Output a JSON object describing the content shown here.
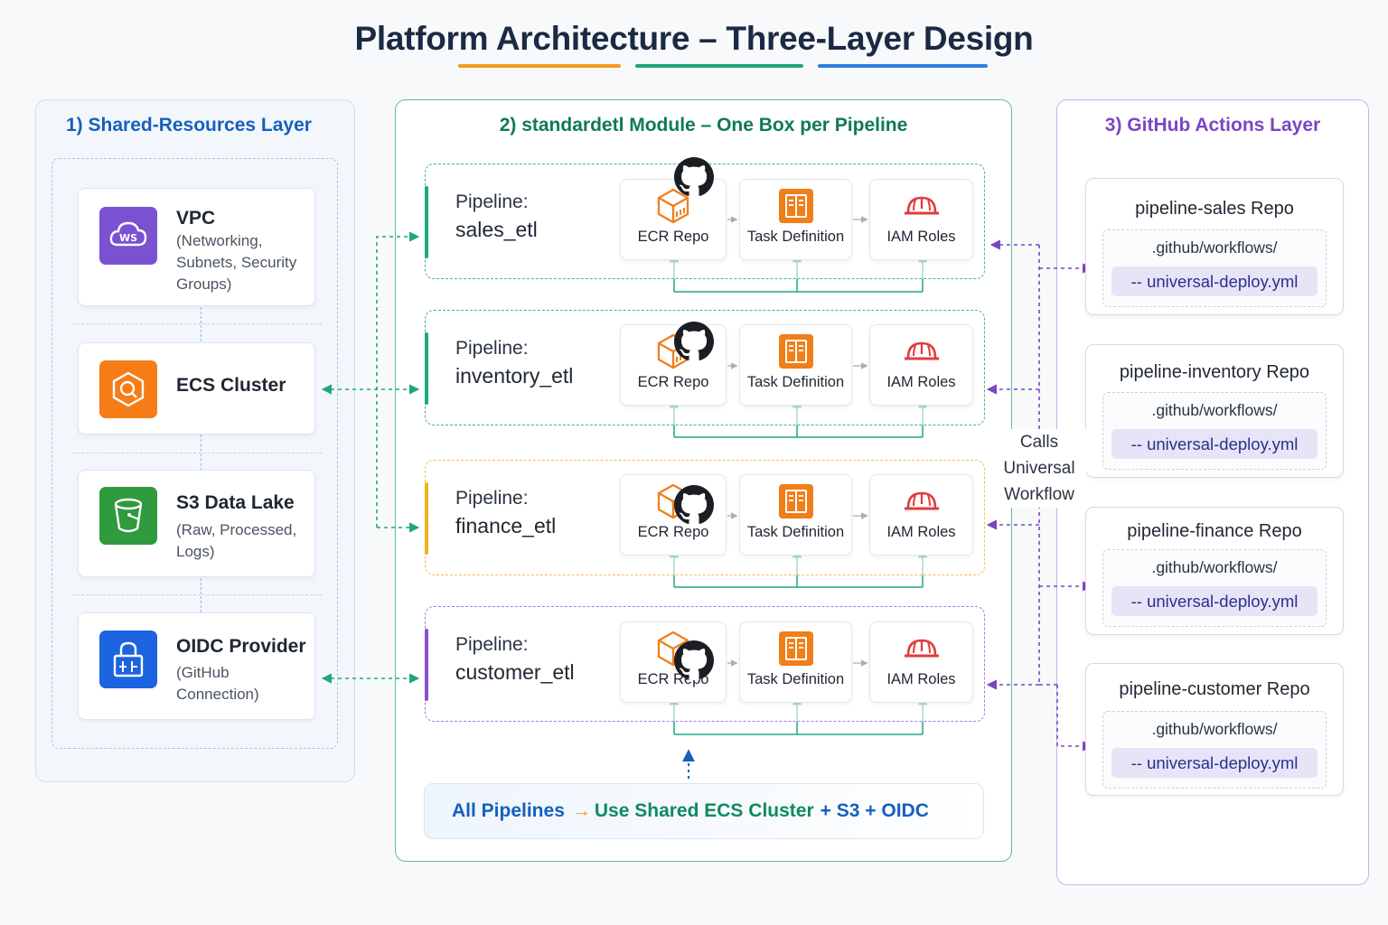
{
  "title": "Platform Architecture – Three-Layer Design",
  "colors": {
    "title_underline": [
      "#f39a1e",
      "#1fa77a",
      "#2f7fd9"
    ],
    "shared_layer": "#1560bd",
    "module_layer": "#0e7a55",
    "actions_layer": "#7b45c4",
    "ecr_icon": "#f07f1a",
    "task_icon": "#f07f1a",
    "iam_icon": "#e23b3b"
  },
  "shared_layer": {
    "title": "1) Shared-Resources Layer",
    "resources": [
      {
        "name": "VPC",
        "description": "(Networking, Subnets, Security Groups)",
        "icon": "aws-cloud-icon",
        "icon_color": "#7a52d1",
        "icon_text": "WS"
      },
      {
        "name": "ECS Cluster",
        "description": "",
        "icon": "ecs-icon",
        "icon_color": "#f57c17"
      },
      {
        "name": "S3 Data Lake",
        "description": "(Raw, Processed, Logs)",
        "icon": "s3-bucket-icon",
        "icon_color": "#2f9a3e"
      },
      {
        "name": "OIDC Provider",
        "description": "(GitHub Connection)",
        "icon": "oidc-lock-icon",
        "icon_color": "#1c63e0"
      }
    ]
  },
  "module_layer": {
    "title": "2) standardetl Module – One Box per Pipeline",
    "pipeline_label": "Pipeline:",
    "components": [
      "ECR Repo",
      "Task Definition",
      "IAM Roles"
    ],
    "pipelines": [
      {
        "name": "sales_etl",
        "color": "#1fa77a"
      },
      {
        "name": "inventory_etl",
        "color": "#1fa77a"
      },
      {
        "name": "finance_etl",
        "color": "#f2b31b"
      },
      {
        "name": "customer_etl",
        "color": "#8a4fcf"
      }
    ],
    "footer": {
      "part1": "All Pipelines",
      "arrow": "→",
      "part2": "Use Shared ECS Cluster",
      "part3": "+ S3 + OIDC"
    }
  },
  "actions_layer": {
    "title": "3) GitHub Actions Layer",
    "calls_label": "Calls Universal Workflow",
    "repos": [
      {
        "name": "pipeline-sales Repo",
        "path": ".github/workflows/",
        "file": "-- universal-deploy.yml"
      },
      {
        "name": "pipeline-inventory Repo",
        "path": ".github/workflows/",
        "file": "-- universal-deploy.yml"
      },
      {
        "name": "pipeline-finance Repo",
        "path": ".github/workflows/",
        "file": "-- universal-deploy.yml"
      },
      {
        "name": "pipeline-customer Repo",
        "path": ".github/workflows/",
        "file": "-- universal-deploy.yml"
      }
    ]
  }
}
